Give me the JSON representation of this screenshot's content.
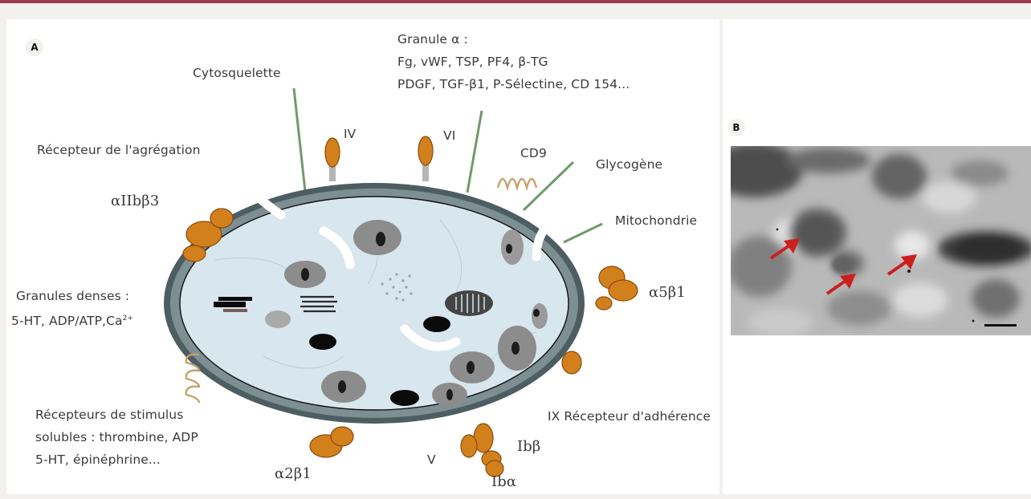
{
  "panels": {
    "a_letter": "A",
    "b_letter": "B"
  },
  "labels": {
    "cytosquelette": "Cytosquelette",
    "granule_alpha_title": "Granule α :",
    "granule_alpha_line1": "Fg, vWF, TSP, PF4, β-TG",
    "granule_alpha_line2": "PDGF, TGF-β1, P-Sélectine, CD 154...",
    "iv": "IV",
    "vi": "VI",
    "cd9": "CD9",
    "glycogene": "Glycogène",
    "mitochondrie": "Mitochondrie",
    "recepteur_agregation": "Récepteur de l'agrégation",
    "aiib_b3": "αIIbβ3",
    "a5b1": "α5β1",
    "granules_denses_line1": "Granules denses :",
    "granules_denses_line2": "5-HT, ADP/ATP,Ca",
    "granules_denses_sup": "2+",
    "stimulus_line1": "Récepteurs de stimulus",
    "stimulus_line2": "solubles : thrombine, ADP",
    "stimulus_line3": "5-HT, épinéphrine...",
    "a2b1": "α2β1",
    "ix_adherence": "IX  Récepteur d'adhérence",
    "v": "V",
    "ib_beta": "Ibβ",
    "ib_alpha": "Ibα"
  },
  "colors": {
    "top_rule": "#9a3c50",
    "receptor": "#d2801c",
    "membrane": "#4d5e62",
    "cytoplasm": "#d8e6ee",
    "leader": "#6f9a6a",
    "arrow": "#cc1f1f"
  }
}
